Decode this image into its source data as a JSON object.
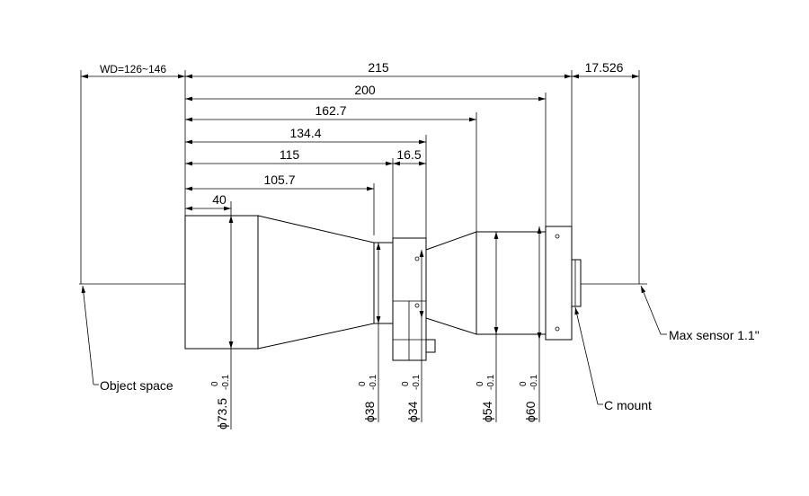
{
  "dimensions": {
    "wd": "WD=126~146",
    "d215": "215",
    "d17526": "17.526",
    "d200": "200",
    "d1627": "162.7",
    "d1344": "134.4",
    "d115": "115",
    "d165": "16.5",
    "d1057": "105.7",
    "d40": "40"
  },
  "diameters": [
    {
      "value": "ϕ73.5",
      "tol_upper": "0",
      "tol_lower": "-0.1"
    },
    {
      "value": "ϕ38",
      "tol_upper": "0",
      "tol_lower": "-0.1"
    },
    {
      "value": "ϕ34",
      "tol_upper": "0",
      "tol_lower": "-0.1"
    },
    {
      "value": "ϕ54",
      "tol_upper": "0",
      "tol_lower": "-0.1"
    },
    {
      "value": "ϕ60",
      "tol_upper": "0",
      "tol_lower": "-0.1"
    }
  ],
  "labels": {
    "object_space": "Object space",
    "max_sensor": "Max sensor 1.1\"",
    "c_mount": "C mount"
  }
}
